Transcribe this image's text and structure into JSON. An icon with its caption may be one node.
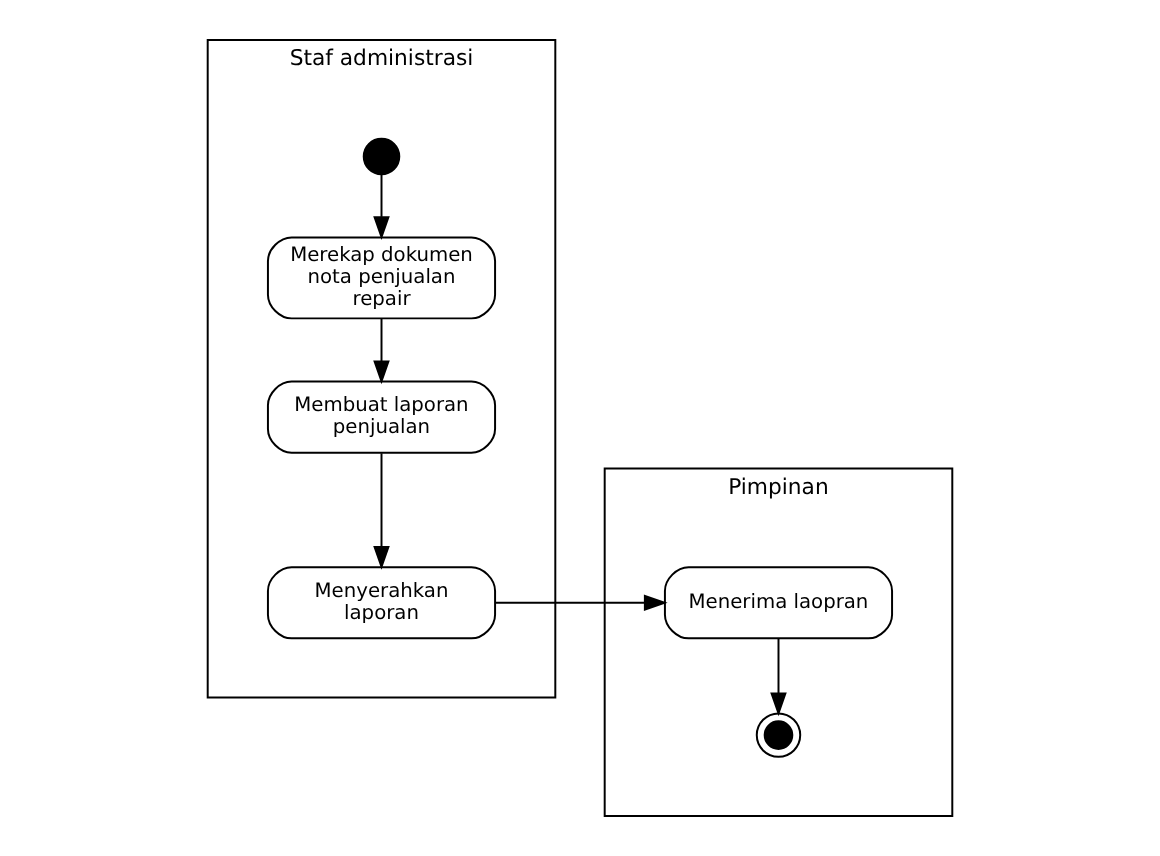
{
  "diagram": {
    "nodes": [
      {
        "text": [
          "Staf administrasi"
        ]
      },
      {
        "text": [
          "Pimpinan"
        ]
      },
      {
        "text": [],
        "shape": "circle",
        "in": 0
      },
      {
        "text": [
          "Merekap dokumen nota penjualan repair"
        ],
        "in": 0
      },
      {
        "text": [
          "Membuat laporan penjualan"
        ],
        "in": 0
      },
      {
        "text": [
          "Menyerahkan laporan"
        ],
        "in": 0
      },
      {
        "text": [
          "Menerima laopran"
        ],
        "in": 1
      },
      {
        "text": [],
        "shape": "circle",
        "in": 1
      }
    ],
    "edges": [
      {
        "from": 2,
        "to": 3,
        "arrow": "to"
      },
      {
        "from": 3,
        "to": 4,
        "arrow": "to"
      },
      {
        "from": 4,
        "to": 5,
        "arrow": "to"
      },
      {
        "from": 5,
        "to": 6,
        "arrow": "to"
      },
      {
        "from": 6,
        "to": 7,
        "arrow": "to"
      }
    ]
  }
}
